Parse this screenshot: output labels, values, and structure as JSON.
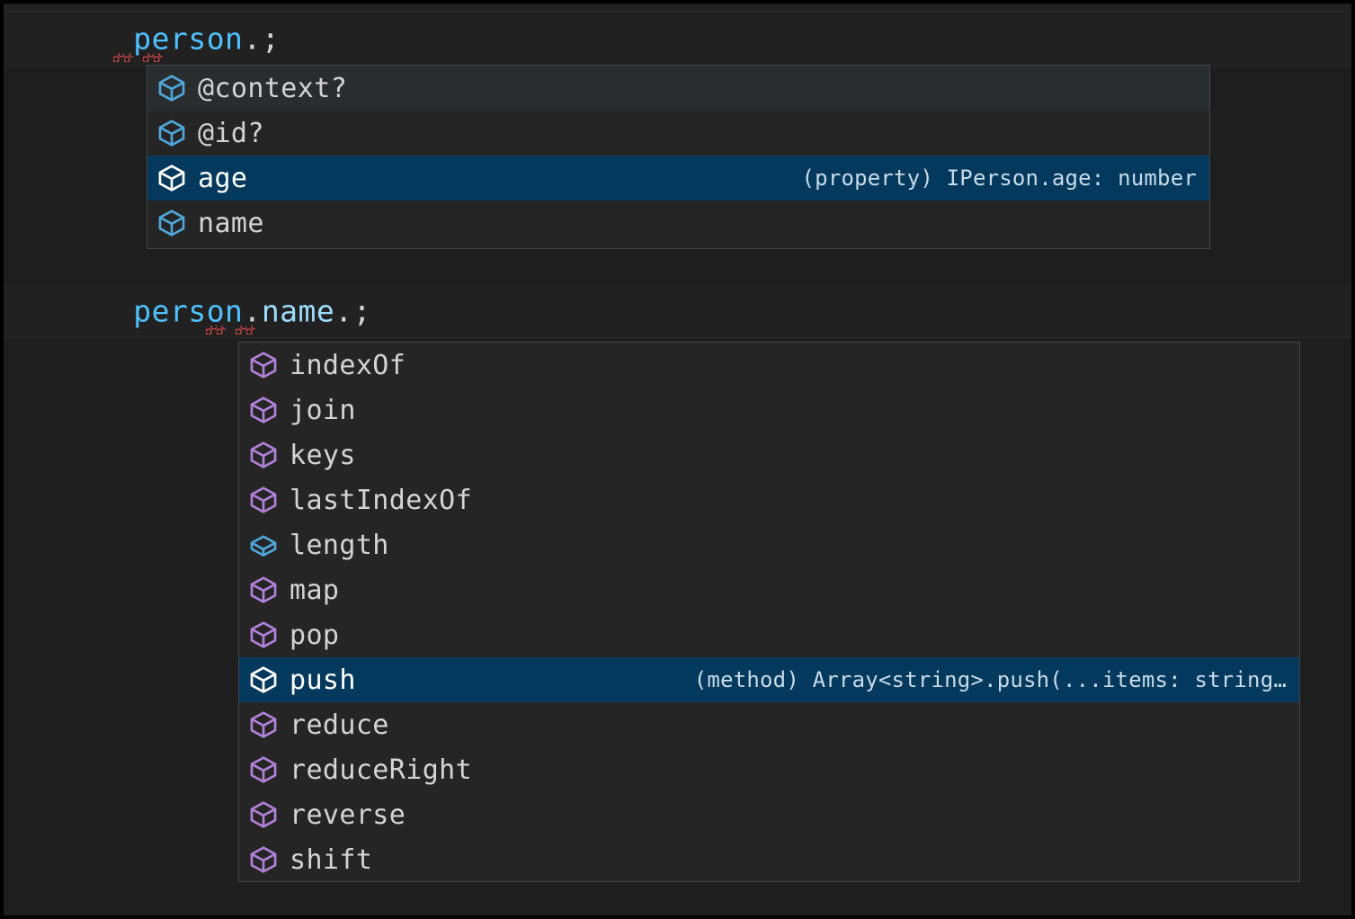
{
  "editor": {
    "background": "#1e1e1e",
    "line_background": "#212121",
    "selected_row_color": "#04395e",
    "hover_row_color": "#2a2d2e",
    "panel_background": "#252526",
    "panel_border": "#454545",
    "error_squiggle_color": "#f14c4c",
    "variable_color": "#4fc1ff",
    "property_color": "#9cdcfe",
    "punctuation_color": "#d4d4d4",
    "method_icon_color": "#b180d7",
    "property_icon_color": "#4fa6d9"
  },
  "lines": [
    {
      "name": "code-line-1",
      "tokens": [
        {
          "text": "person",
          "kind": "variable"
        },
        {
          "text": ".",
          "kind": "punct"
        },
        {
          "text": ";",
          "kind": "punct"
        }
      ],
      "full_text": "person.;"
    },
    {
      "name": "code-line-2",
      "tokens": [
        {
          "text": "person",
          "kind": "variable"
        },
        {
          "text": ".",
          "kind": "punct"
        },
        {
          "text": "name",
          "kind": "property"
        },
        {
          "text": ".",
          "kind": "punct"
        },
        {
          "text": ";",
          "kind": "punct"
        }
      ],
      "full_text": "person.name.;"
    }
  ],
  "suggest_widgets": [
    {
      "name": "suggest-widget-person",
      "items": [
        {
          "label": "@context?",
          "icon": "property-cube-icon",
          "icon_kind": "property",
          "state": "hover",
          "detail": ""
        },
        {
          "label": "@id?",
          "icon": "property-cube-icon",
          "icon_kind": "property",
          "state": "normal",
          "detail": ""
        },
        {
          "label": "age",
          "icon": "property-cube-icon",
          "icon_kind": "property",
          "state": "selected",
          "detail": "(property) IPerson.age: number"
        },
        {
          "label": "name",
          "icon": "property-cube-icon",
          "icon_kind": "property",
          "state": "normal",
          "detail": ""
        }
      ]
    },
    {
      "name": "suggest-widget-person-name",
      "items": [
        {
          "label": "indexOf",
          "icon": "method-cube-icon",
          "icon_kind": "method",
          "state": "normal",
          "detail": ""
        },
        {
          "label": "join",
          "icon": "method-cube-icon",
          "icon_kind": "method",
          "state": "normal",
          "detail": ""
        },
        {
          "label": "keys",
          "icon": "method-cube-icon",
          "icon_kind": "method",
          "state": "normal",
          "detail": ""
        },
        {
          "label": "lastIndexOf",
          "icon": "method-cube-icon",
          "icon_kind": "method",
          "state": "normal",
          "detail": ""
        },
        {
          "label": "length",
          "icon": "property-cube-icon",
          "icon_kind": "property",
          "state": "normal",
          "detail": ""
        },
        {
          "label": "map",
          "icon": "method-cube-icon",
          "icon_kind": "method",
          "state": "normal",
          "detail": ""
        },
        {
          "label": "pop",
          "icon": "method-cube-icon",
          "icon_kind": "method",
          "state": "normal",
          "detail": ""
        },
        {
          "label": "push",
          "icon": "method-cube-icon",
          "icon_kind": "method",
          "state": "selected",
          "detail": "(method) Array<string>.push(...items: string…"
        },
        {
          "label": "reduce",
          "icon": "method-cube-icon",
          "icon_kind": "method",
          "state": "normal",
          "detail": ""
        },
        {
          "label": "reduceRight",
          "icon": "method-cube-icon",
          "icon_kind": "method",
          "state": "normal",
          "detail": ""
        },
        {
          "label": "reverse",
          "icon": "method-cube-icon",
          "icon_kind": "method",
          "state": "normal",
          "detail": ""
        },
        {
          "label": "shift",
          "icon": "method-cube-icon",
          "icon_kind": "method",
          "state": "normal",
          "detail": ""
        }
      ]
    }
  ]
}
